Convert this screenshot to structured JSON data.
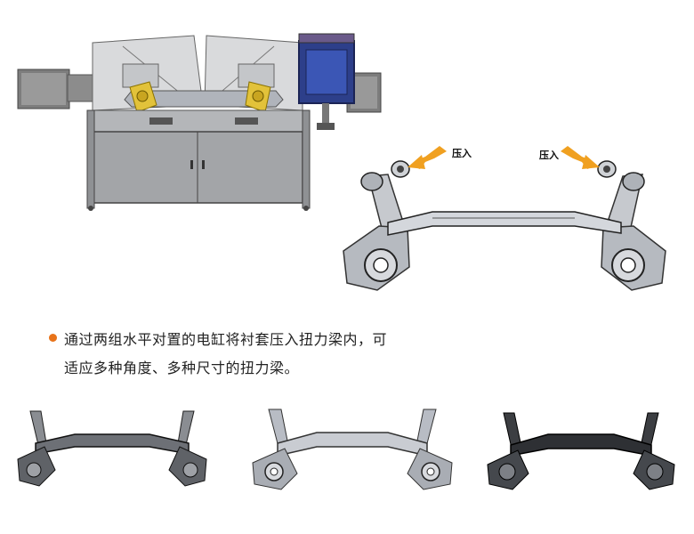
{
  "colors": {
    "accent_orange": "#e8731a",
    "arrow_orange": "#f0a020",
    "machine_gray": "#9a9a9a",
    "beam_steel": "#b8bcc4",
    "bullet": "#e8731a"
  },
  "labels": {
    "press_left": "压入",
    "press_right": "压入"
  },
  "description": {
    "line1": "通过两组水平对置的电缸将衬套压入扭力梁内，可",
    "line2": "适应多种角度、多种尺寸的扭力梁。"
  },
  "icons": {
    "bullet": "orange-dot",
    "arrow": "press-direction-arrow"
  }
}
